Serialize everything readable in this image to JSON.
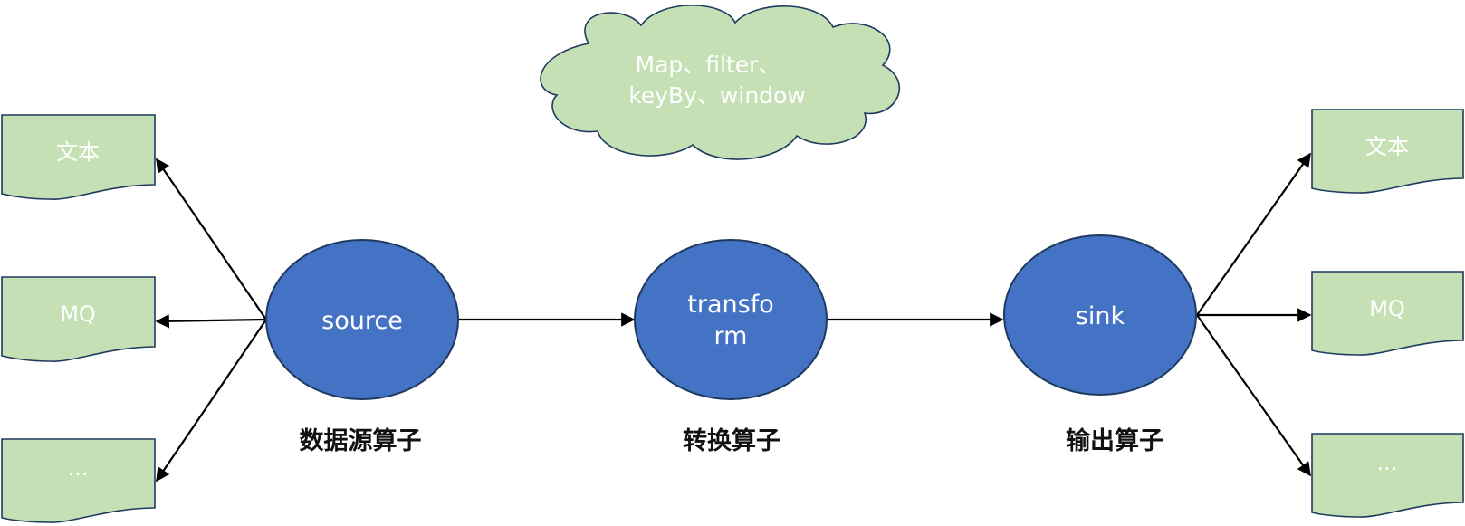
{
  "colors": {
    "node_fill": "#4472C4",
    "doc_fill": "#C5E0B4",
    "cloud_fill": "#C5E0B4",
    "stroke": "#1F3A5F",
    "edge": "#000000"
  },
  "cloud": {
    "line1": "Map、filter、",
    "line2": "keyBy、window"
  },
  "nodes": {
    "source": {
      "label": "source",
      "caption": "数据源算子"
    },
    "transform": {
      "label1": "transfo",
      "label2": "rm",
      "caption": "转换算子"
    },
    "sink": {
      "label": "sink",
      "caption": "输出算子"
    }
  },
  "inputs": [
    {
      "label": "文本"
    },
    {
      "label": "MQ"
    },
    {
      "label": "..."
    }
  ],
  "outputs": [
    {
      "label": "文本"
    },
    {
      "label": "MQ"
    },
    {
      "label": "..."
    }
  ]
}
